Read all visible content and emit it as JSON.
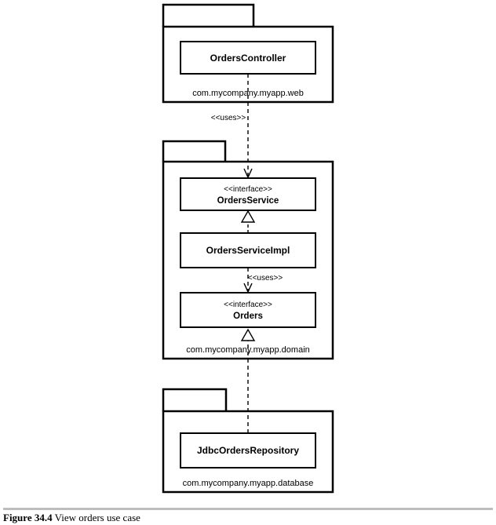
{
  "packages": {
    "web": {
      "name": "com.mycompany.myapp.web"
    },
    "domain": {
      "name": "com.mycompany.myapp.domain"
    },
    "database": {
      "name": "com.mycompany.myapp.database"
    }
  },
  "classes": {
    "orders_controller": {
      "name": "OrdersController"
    },
    "orders_service": {
      "stereotype": "<<interface>>",
      "name": "OrdersService"
    },
    "orders_service_impl": {
      "name": "OrdersServiceImpl"
    },
    "orders": {
      "stereotype": "<<interface>>",
      "name": "Orders"
    },
    "jdbc_orders_repository": {
      "name": "JdbcOrdersRepository"
    }
  },
  "relations": {
    "controller_uses_service": {
      "label": "<<uses>>"
    },
    "impl_uses_orders": {
      "label": "<<uses>>"
    }
  },
  "caption": {
    "number": "Figure 34.4",
    "text": " View orders use case"
  }
}
